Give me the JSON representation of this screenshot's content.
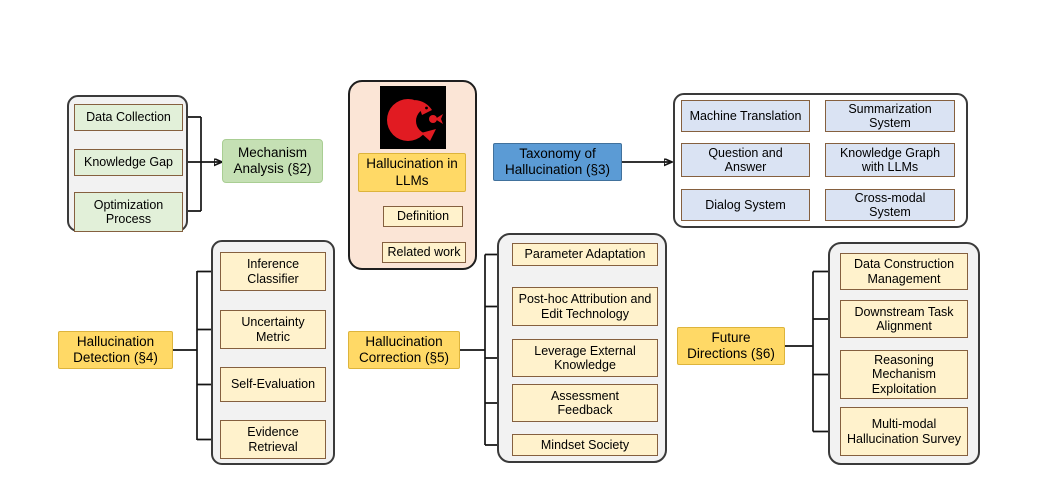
{
  "root": {
    "label": "Hallucination in LLMs",
    "children": [
      "Definition",
      "Related work"
    ]
  },
  "mechanism": {
    "label": "Mechanism Analysis (§2)",
    "items": [
      "Data Collection",
      "Knowledge Gap",
      "Optimization Process"
    ]
  },
  "taxonomy": {
    "label": "Taxonomy of Hallucination (§3)",
    "items": [
      "Machine Translation",
      "Summarization System",
      "Question and Answer",
      "Knowledge Graph with LLMs",
      "Dialog System",
      "Cross-modal System"
    ]
  },
  "detection": {
    "label": "Hallucination Detection (§4)",
    "items": [
      "Inference Classifier",
      "Uncertainty Metric",
      "Self-Evaluation",
      "Evidence Retrieval"
    ]
  },
  "correction": {
    "label": "Hallucination Correction (§5)",
    "items": [
      "Parameter Adaptation",
      "Post-hoc Attribution and Edit Technology",
      "Leverage External Knowledge",
      "Assessment Feedback",
      "Mindset Society"
    ]
  },
  "future": {
    "label": "Future Directions (§6)",
    "items": [
      "Data Construction Management",
      "Downstream Task Alignment",
      "Reasoning Mechanism Exploitation",
      "Multi-modal Hallucination Survey"
    ]
  },
  "logo": {
    "name": "red-whale-logo"
  },
  "colors": {
    "gold": "#FFD966",
    "cream": "#FFF2CC",
    "light_green": "#E2F0D9",
    "green": "#C5E0B4",
    "blue": "#5B9BD5",
    "light_blue": "#DAE3F3",
    "peach": "#FBE5D6",
    "container_gray": "#F2F2F2",
    "box_border_brown": "#85603F",
    "line_black": "#141414",
    "logo_red": "#E11B22",
    "logo_black": "#000000"
  }
}
